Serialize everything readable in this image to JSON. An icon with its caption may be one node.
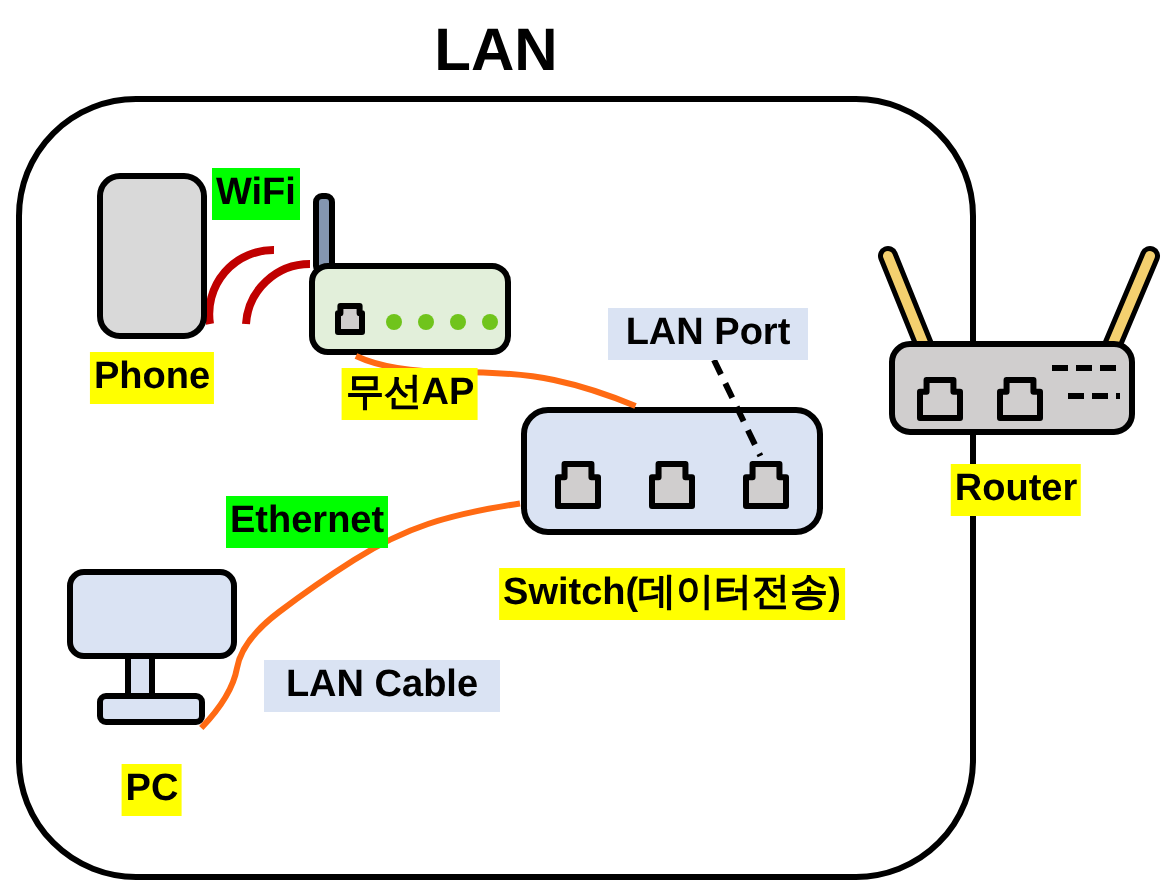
{
  "diagram": {
    "nodes": [
      {
        "text": [
          "LAN"
        ]
      },
      {
        "text": [
          "Phone"
        ],
        "in": 0
      },
      {
        "text": [
          "무선AP"
        ],
        "in": 0
      },
      {
        "text": [
          "Switch(데이터전송)"
        ],
        "in": 0
      },
      {
        "text": [
          "PC"
        ],
        "in": 0
      },
      {
        "text": [
          "Router"
        ]
      },
      {
        "text": [],
        "shape": "box",
        "in": 3
      },
      {
        "text": [
          "LAN Port"
        ],
        "in": 0
      },
      {
        "text": [
          "LAN Cable"
        ],
        "in": 0
      }
    ],
    "edges": [
      {
        "from": 2,
        "to": 3,
        "arrow": "none"
      },
      {
        "from": 4,
        "to": 3,
        "arrow": "none"
      },
      {
        "from": 7,
        "to": 6,
        "arrow": "none",
        "style": "dashed",
        "color": "#000000"
      }
    ],
    "labels": [
      "WiFi",
      "Ethernet"
    ]
  }
}
